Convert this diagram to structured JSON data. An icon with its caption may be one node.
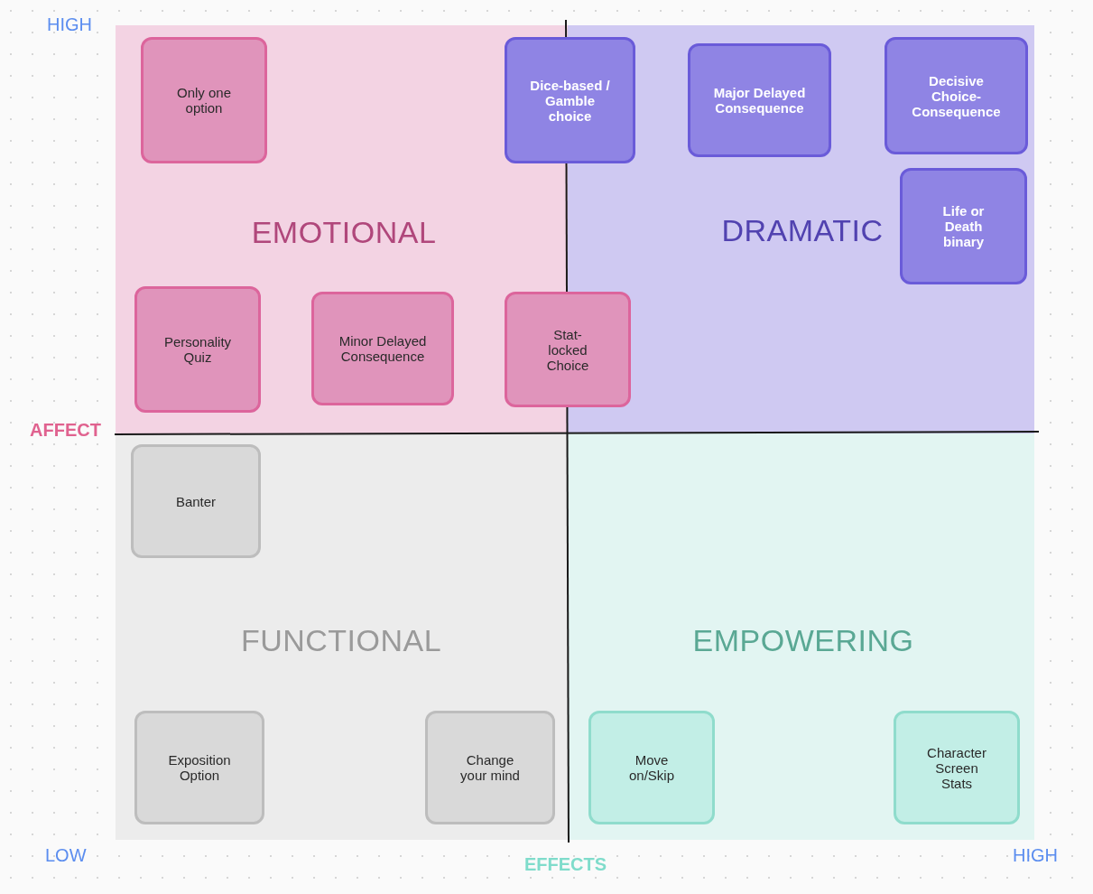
{
  "diagram": {
    "nodes": [
      {
        "text": [
          "EMOTIONAL"
        ]
      },
      {
        "text": [
          "Only one option"
        ],
        "in": 0
      },
      {
        "text": [
          "Dice-based / Gamble choice"
        ]
      },
      {
        "text": [
          "DRAMATIC"
        ]
      },
      {
        "text": [
          "Major Delayed Consequence"
        ],
        "in": 3
      },
      {
        "text": [
          "Decisive Choice-Consequence"
        ],
        "in": 3
      },
      {
        "text": [
          "Life or Death binary"
        ],
        "in": 3
      },
      {
        "text": [
          "Personality Quiz"
        ],
        "in": 0
      },
      {
        "text": [
          "Minor Delayed Consequence"
        ],
        "in": 0
      },
      {
        "text": [
          "Stat-locked Choice"
        ]
      },
      {
        "text": [
          "FUNCTIONAL"
        ]
      },
      {
        "text": [
          "Banter"
        ],
        "in": 10
      },
      {
        "text": [
          "EMPOWERING"
        ]
      },
      {
        "text": [
          "Exposition Option"
        ],
        "in": 10
      },
      {
        "text": [
          "Change your mind"
        ],
        "in": 10
      },
      {
        "text": [
          "Move on/Skip"
        ],
        "in": 12
      },
      {
        "text": [
          "Character Screen Stats"
        ],
        "in": 12
      }
    ],
    "labels": [
      "HIGH",
      "AFFECT",
      "LOW",
      "EFFECTS",
      "HIGH"
    ]
  }
}
